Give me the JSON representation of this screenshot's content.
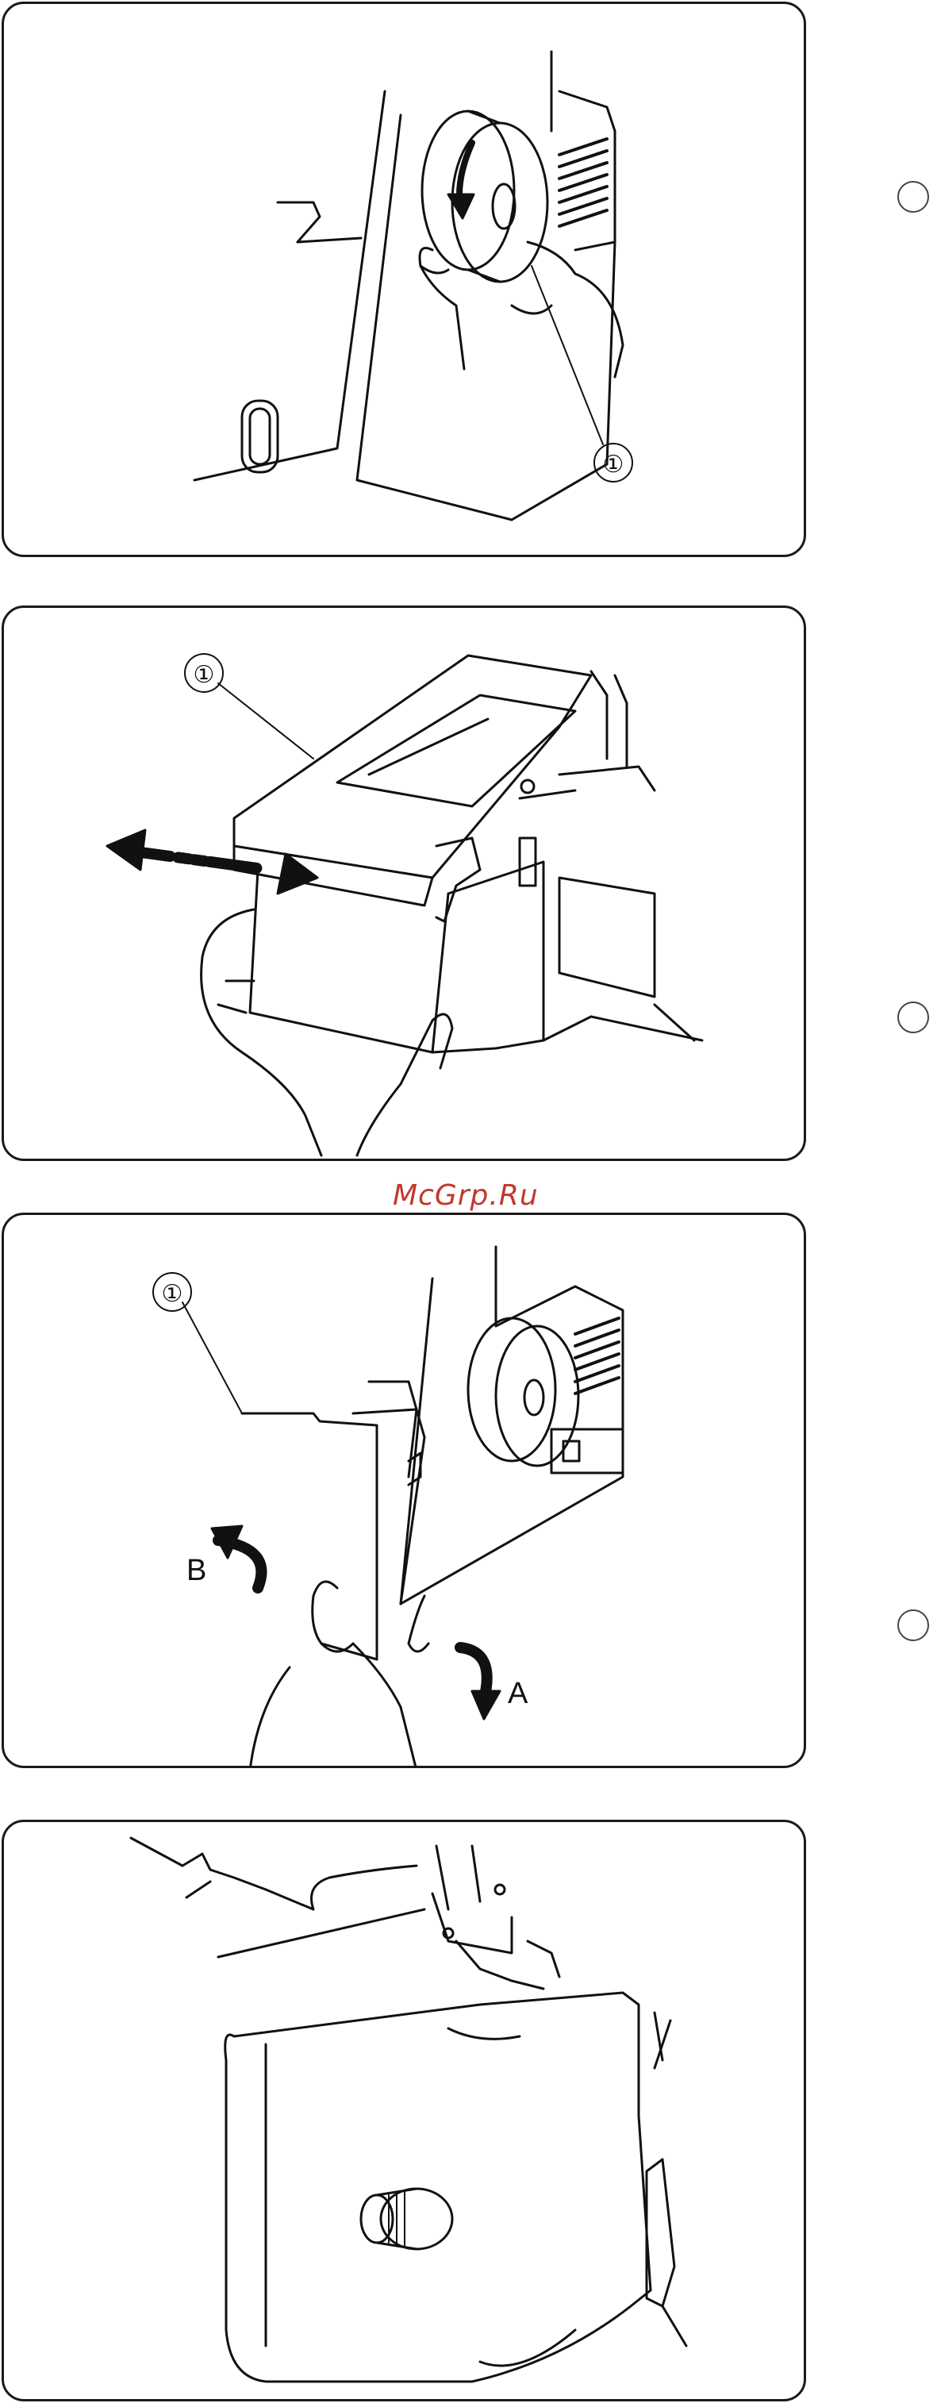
{
  "watermark": "McGrp.Ru",
  "panels": [
    {
      "callout": "①"
    },
    {
      "callout": "①"
    },
    {
      "callout": "①",
      "label_a": "A",
      "label_b": "B"
    },
    {}
  ]
}
